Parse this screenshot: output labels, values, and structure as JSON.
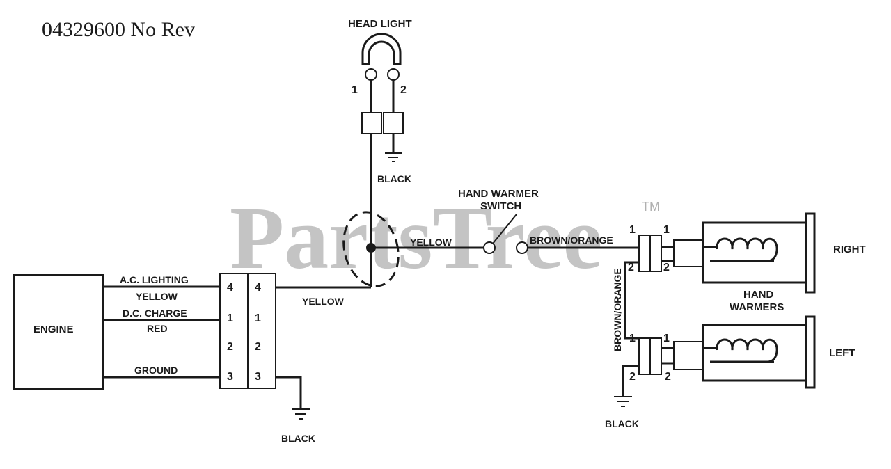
{
  "document": {
    "id": "04329600 No Rev"
  },
  "watermark": {
    "text": "PartsTree",
    "trademark": "TM"
  },
  "headlight": {
    "title": "HEAD LIGHT",
    "pin1": "1",
    "pin2": "2",
    "ground_label": "BLACK"
  },
  "engine": {
    "label": "ENGINE",
    "wires": [
      {
        "circuit": "A.C. LIGHTING",
        "color": "YELLOW",
        "pin": "4"
      },
      {
        "circuit": "D.C. CHARGE",
        "color": "RED",
        "pin": "1"
      },
      {
        "circuit": "",
        "color": "",
        "pin": "2"
      },
      {
        "circuit": "GROUND",
        "color": "",
        "pin": "3"
      }
    ],
    "connector_right_pins": [
      "4",
      "1",
      "2",
      "3"
    ],
    "ground_label": "BLACK"
  },
  "harness": {
    "yellow_main": "YELLOW",
    "yellow_switch": "YELLOW",
    "brown_orange_horizontal": "BROWN/ORANGE",
    "brown_orange_vertical": "BROWN/ORANGE"
  },
  "switch": {
    "line1": "HAND WARMER",
    "line2": "SWITCH"
  },
  "hand_warmers": {
    "line1": "HAND",
    "line2": "WARMERS",
    "right": {
      "label": "RIGHT",
      "harness_pins": [
        "1",
        "2"
      ],
      "element_pins": [
        "1",
        "2"
      ]
    },
    "left": {
      "label": "LEFT",
      "harness_pins": [
        "1",
        "2"
      ],
      "element_pins": [
        "1",
        "2"
      ]
    },
    "ground_label": "BLACK"
  }
}
